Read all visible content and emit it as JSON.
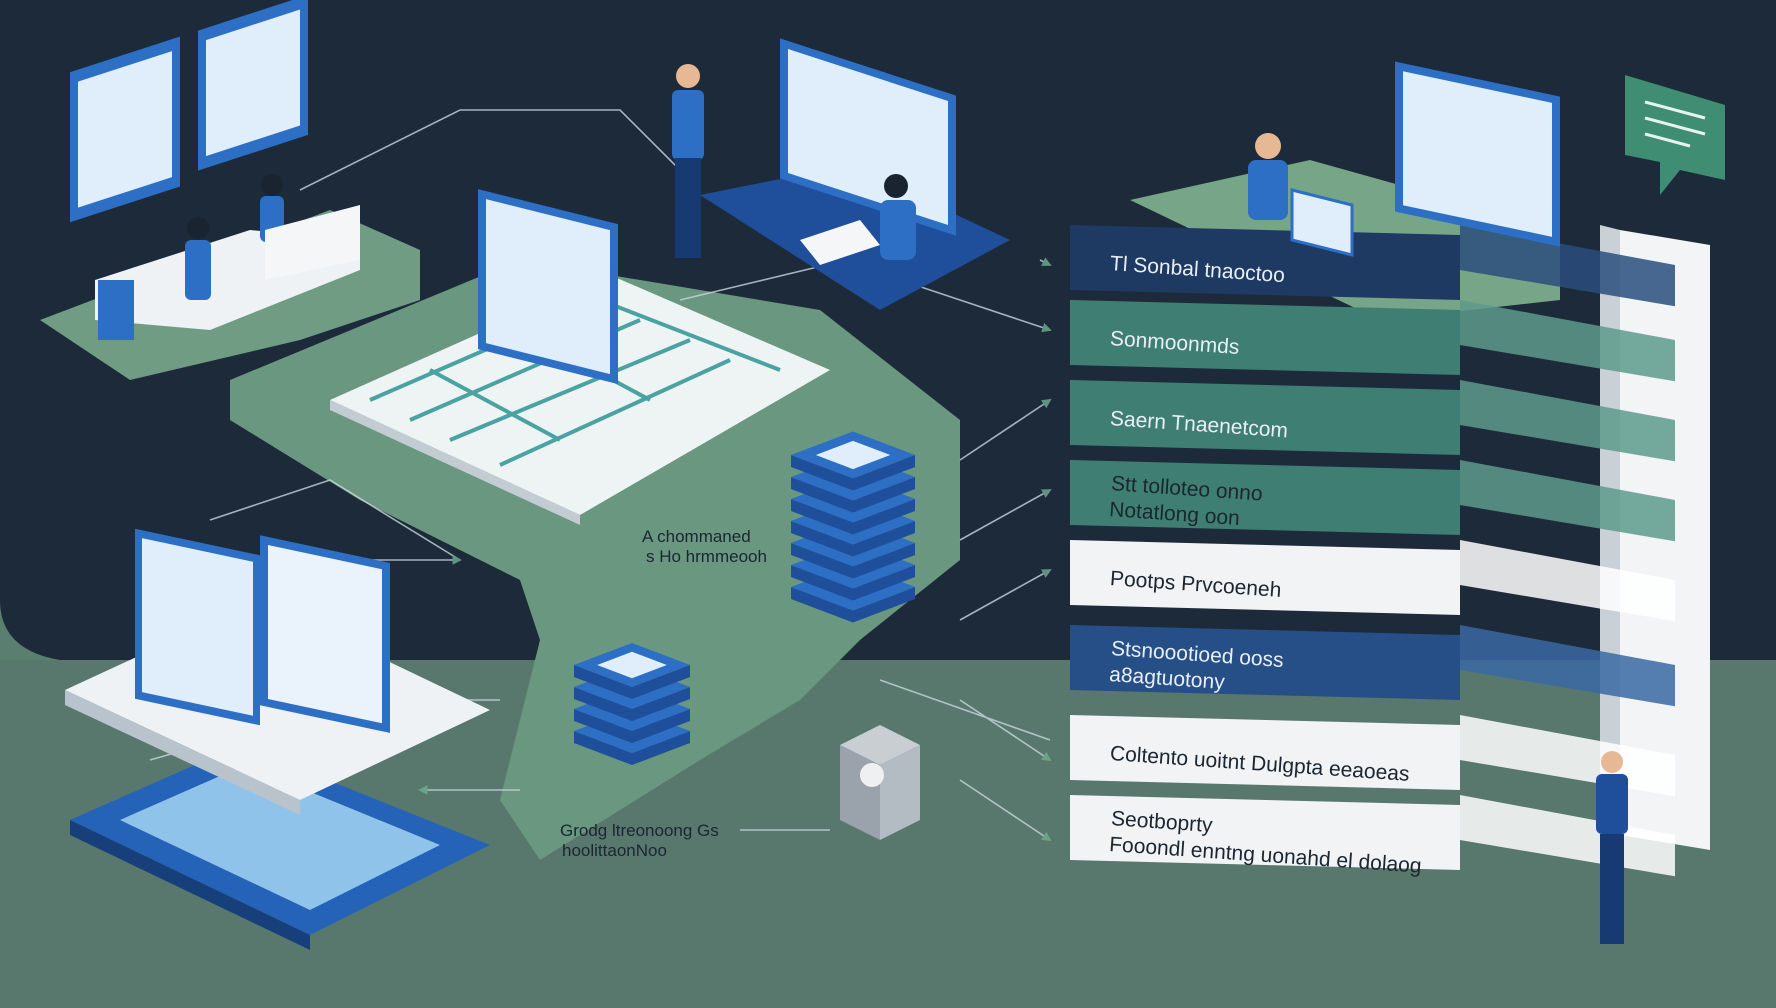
{
  "colors": {
    "background_dark": "#1d2a3a",
    "ground_green": "#5d8a74",
    "path_green": "#6f9c83",
    "navy": "#1f3a63",
    "blue": "#2c6fc4",
    "teal": "#3f7f73",
    "white": "#f2f4f6",
    "screen_light": "#dfeefa"
  },
  "center_caption": {
    "line1": "A chommaned",
    "line2": "s Ho hrmmeooh"
  },
  "bottom_caption": {
    "line1": "Grodg ltreonoong Gs",
    "line2": "hoolittaonNoo"
  },
  "stack_layers": [
    {
      "label": "Tl Sonbal tnaoctoo"
    },
    {
      "label": "Sonmoonmds"
    },
    {
      "label": "Saern Tnaenetcom"
    },
    {
      "label": "Stt tolloteo onno",
      "label2": "Notatlong oon"
    },
    {
      "label": "Pootps Prvcoeneh"
    },
    {
      "label": "Stsnoootioed ooss",
      "label2": "a8agtuotony"
    },
    {
      "label": "Coltento uoitnt Dulgpta eeaoeas"
    },
    {
      "label": "Seotboprty",
      "label2": "Fooondl enntng uonahd el dolaog"
    }
  ],
  "icons": [
    "chat-bubble-icon",
    "database-stack-icon",
    "recycle-box-icon",
    "workflow-map-icon"
  ]
}
